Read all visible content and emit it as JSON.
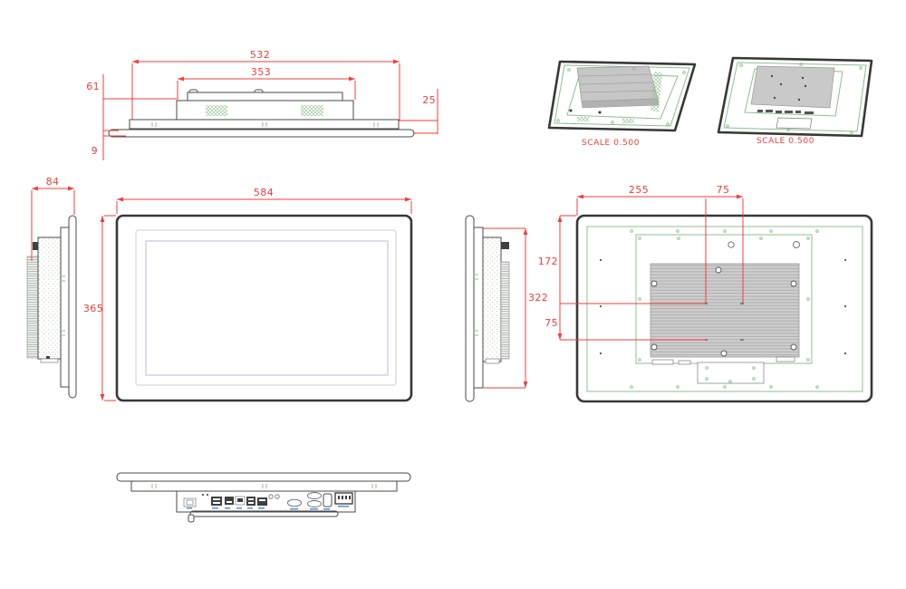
{
  "drawing": {
    "colors": {
      "dimension_red": "#f43c3c",
      "outline_dark": "#383838",
      "line_gray": "#4a4a4a",
      "accent_green": "#8fbf8f",
      "heatsink_gray": "#cccccc",
      "display_border_lavender": "#d8d8ee",
      "connector_label_blue": "#5b8fc9"
    },
    "views": {
      "top": {
        "dim_overall_width": "532",
        "dim_module_width": "353",
        "dim_rear_depth": "61",
        "dim_cover_depth": "25",
        "dim_bezel_depth": "9"
      },
      "iso_back_left": {
        "scale_label": "SCALE 0.500"
      },
      "iso_back_right": {
        "scale_label": "SCALE  0.500"
      },
      "side_left": {
        "dim_depth": "84"
      },
      "front": {
        "dim_width": "584",
        "dim_height": "365"
      },
      "side_right": {
        "dim_body_height": "322"
      },
      "rear": {
        "dim_left_to_vesa": "255",
        "dim_vesa_width": "75",
        "dim_top_to_vesa": "172",
        "dim_vesa_height": "75"
      }
    }
  }
}
